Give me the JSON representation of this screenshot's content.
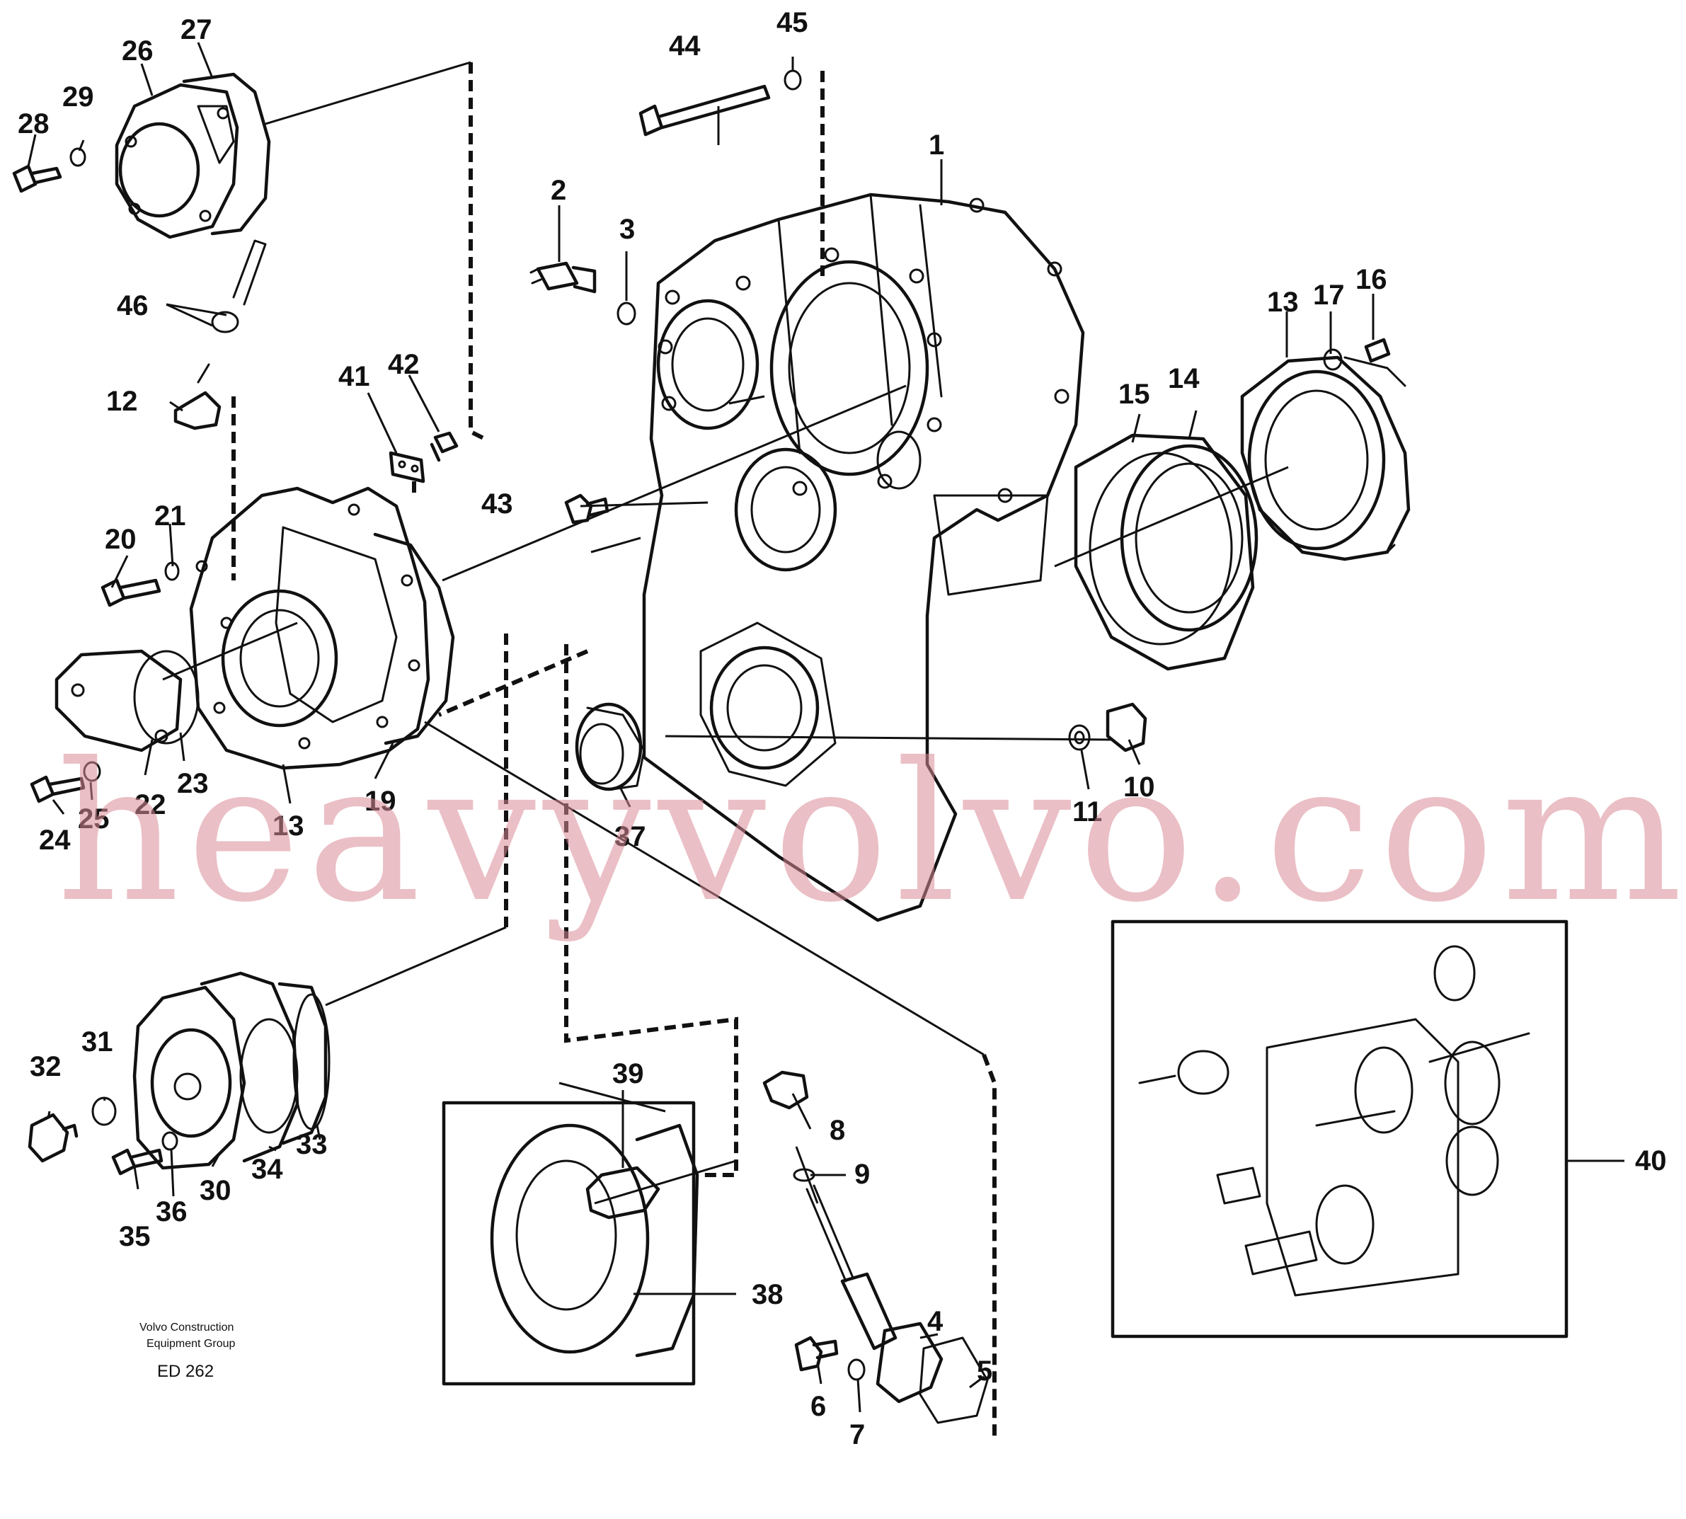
{
  "diagram": {
    "callouts": [
      "1",
      "2",
      "3",
      "4",
      "5",
      "6",
      "7",
      "8",
      "9",
      "10",
      "11",
      "12",
      "13",
      "13",
      "14",
      "15",
      "16",
      "17",
      "19",
      "20",
      "21",
      "22",
      "23",
      "24",
      "25",
      "26",
      "27",
      "28",
      "29",
      "30",
      "31",
      "32",
      "33",
      "34",
      "35",
      "36",
      "37",
      "38",
      "39",
      "40",
      "41",
      "42",
      "43",
      "44",
      "45",
      "46"
    ],
    "credit_line1": "Volvo Construction",
    "credit_line2": "Equipment Group",
    "drawing_code": "ED 262",
    "watermark": "heavyvolvo.com"
  }
}
